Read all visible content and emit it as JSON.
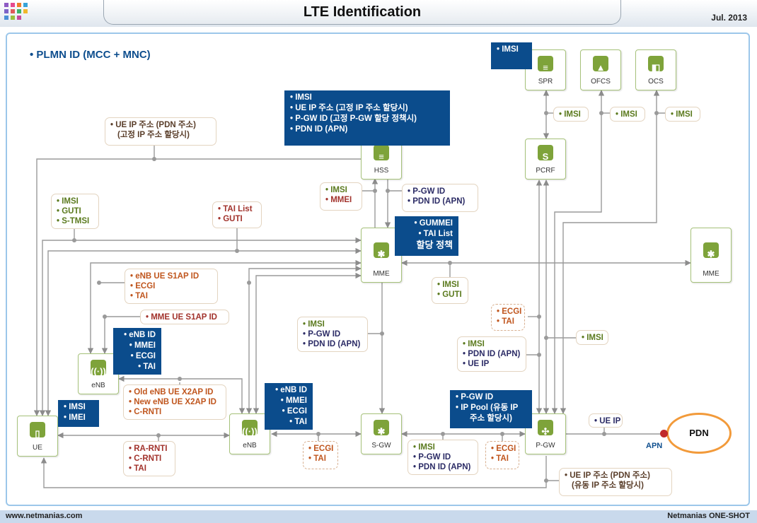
{
  "header": {
    "title": "LTE Identification",
    "date": "Jul. 2013"
  },
  "footer": {
    "left": "www.netmanias.com",
    "right": "Netmanias ONE-SHOT"
  },
  "heading": "• PLMN ID (MCC + MNC)",
  "nodes": {
    "spr": "SPR",
    "ofcs": "OFCS",
    "ocs": "OCS",
    "hss": "HSS",
    "pcrf": "PCRF",
    "mme": "MME",
    "mme2": "MME",
    "enb_small": "eNB",
    "ue": "UE",
    "enb": "eNB",
    "sgw": "S-GW",
    "pgw": "P-GW",
    "pdn": "PDN",
    "apn": "APN"
  },
  "labels": {
    "imsi_top": "• IMSI",
    "hss_box": [
      "• IMSI",
      "• UE IP 주소 (고정 IP 주소 할당시)",
      "• P-GW ID (고정 P-GW 할당 정책시)",
      "• PDN ID (APN)"
    ],
    "ue_ip_fixed": [
      "• UE IP 주소 (PDN 주소)",
      "(고정 IP 주소 할당시)"
    ],
    "imsi_spr": "• IMSI",
    "imsi_ofcs": "• IMSI",
    "imsi_ocs": "• IMSI",
    "imsi_mmei": [
      "• IMSI",
      "• MMEI"
    ],
    "pgw_pdn": [
      "• P-GW ID",
      "• PDN ID (APN)"
    ],
    "imsi_guti_stmsi": [
      "• IMSI",
      "• GUTI",
      "• S-TMSI"
    ],
    "tai_guti": [
      "• TAI List",
      "• GUTI"
    ],
    "gummei_box": [
      "• GUMMEI",
      "• TAI List",
      "할당 정책"
    ],
    "enb_s1ap": [
      "• eNB UE S1AP ID",
      "• ECGI",
      "• TAI"
    ],
    "imsi_guti": [
      "• IMSI",
      "• GUTI"
    ],
    "mme_s1ap": "• MME UE S1AP ID",
    "imsi_pgw_pdn": [
      "• IMSI",
      "• P-GW ID",
      "• PDN ID (APN)"
    ],
    "ecgi_tai_right": [
      "• ECGI",
      "• TAI"
    ],
    "imsi_pcrf": "• IMSI",
    "imsi_pdn_ueip": [
      "• IMSI",
      "• PDN ID (APN)",
      "• UE IP"
    ],
    "enb_box": [
      "• eNB ID",
      "• MMEI",
      "• ECGI",
      "• TAI"
    ],
    "x2ap": [
      "• Old eNB UE X2AP ID",
      "• New eNB UE X2AP ID",
      "• C-RNTI"
    ],
    "ue_box": [
      "• IMSI",
      "• IMEI"
    ],
    "enb_box2": [
      "• eNB ID",
      "• MMEI",
      "• ECGI",
      "• TAI"
    ],
    "pgw_box": [
      "• P-GW ID",
      "• IP Pool (유동 IP",
      "주소 할당시)"
    ],
    "ue_ip": "• UE IP",
    "rnti": [
      "• RA-RNTI",
      "• C-RNTI",
      "• TAI"
    ],
    "ecgi_tai_enb": [
      "• ECGI",
      "• TAI"
    ],
    "imsi_pgw_pdn2": [
      "• IMSI",
      "• P-GW ID",
      "• PDN ID (APN)"
    ],
    "ecgi_tai_pgw": [
      "• ECGI",
      "• TAI"
    ],
    "ue_ip_dynamic": [
      "• UE IP 주소 (PDN 주소)",
      "(유동 IP 주소 할당시)"
    ]
  },
  "colors": {
    "accent": "#0b4c8c",
    "node_icon": "#7ea33a",
    "pdn_ring": "#f29a3a",
    "apn_dot": "#c0292a"
  }
}
